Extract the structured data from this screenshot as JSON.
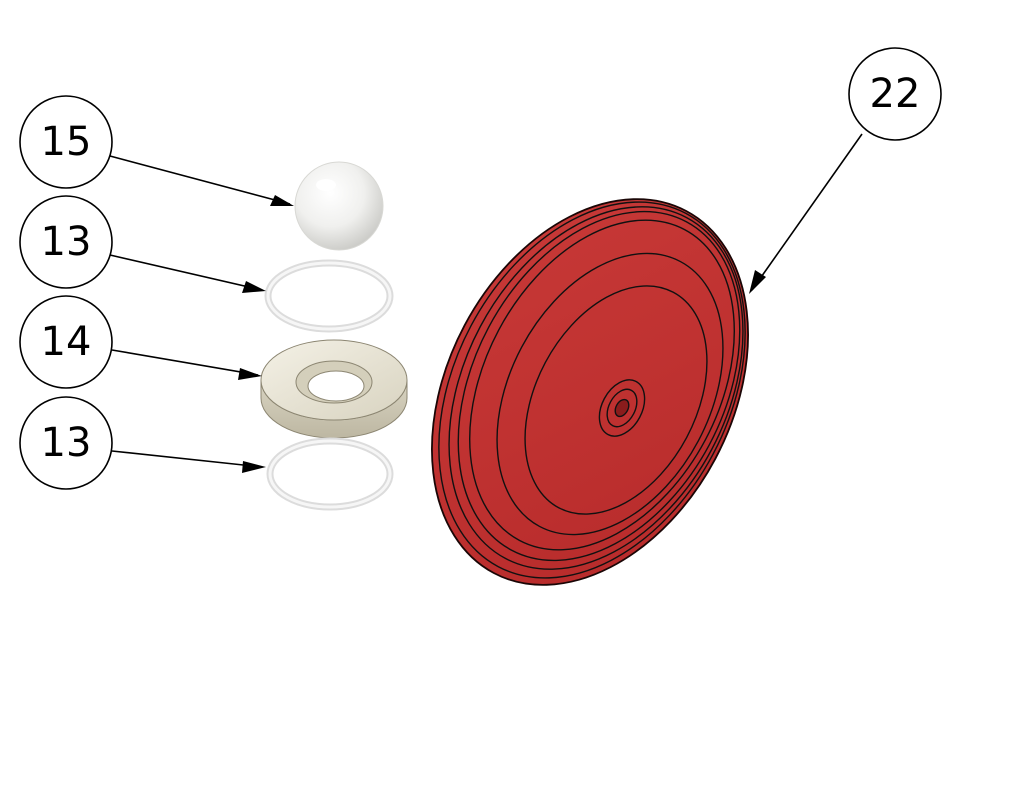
{
  "callouts": [
    {
      "label": "15",
      "part": "ball"
    },
    {
      "label": "13",
      "part": "o-ring-upper"
    },
    {
      "label": "14",
      "part": "seat"
    },
    {
      "label": "13",
      "part": "o-ring-lower"
    },
    {
      "label": "22",
      "part": "diaphragm"
    }
  ],
  "colors": {
    "diaphragm": "#c43232",
    "diaphragm_edge": "#1a0606",
    "ball": "#f2f2f2",
    "seat": "#e8e4d6",
    "o_ring": "#eeeeee",
    "line": "#000000"
  }
}
